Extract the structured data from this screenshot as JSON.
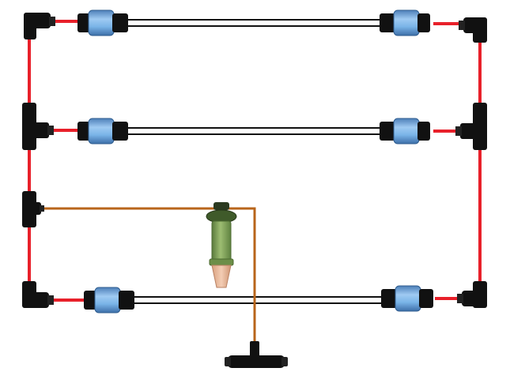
{
  "diagram": {
    "kind": "irrigation-layout",
    "components": {
      "elbow_connectors": 4,
      "tee_connectors": 3,
      "tape_connectors": 6,
      "drip_lines": 3,
      "supply_tee": 1,
      "tensiometer": 1
    },
    "colors": {
      "header_pipe": "#e8202a",
      "control_tube": "#b8651b",
      "connector_blue": "#7ab4e8",
      "connector_black": "#111111",
      "tensiometer_body": "#7da05a",
      "tensiometer_tip": "#e6b79a"
    },
    "icons": {
      "elbow": "elbow-fitting-icon",
      "tee": "tee-fitting-icon",
      "tape": "tape-connector-icon",
      "sensor": "tensiometer-icon"
    }
  }
}
